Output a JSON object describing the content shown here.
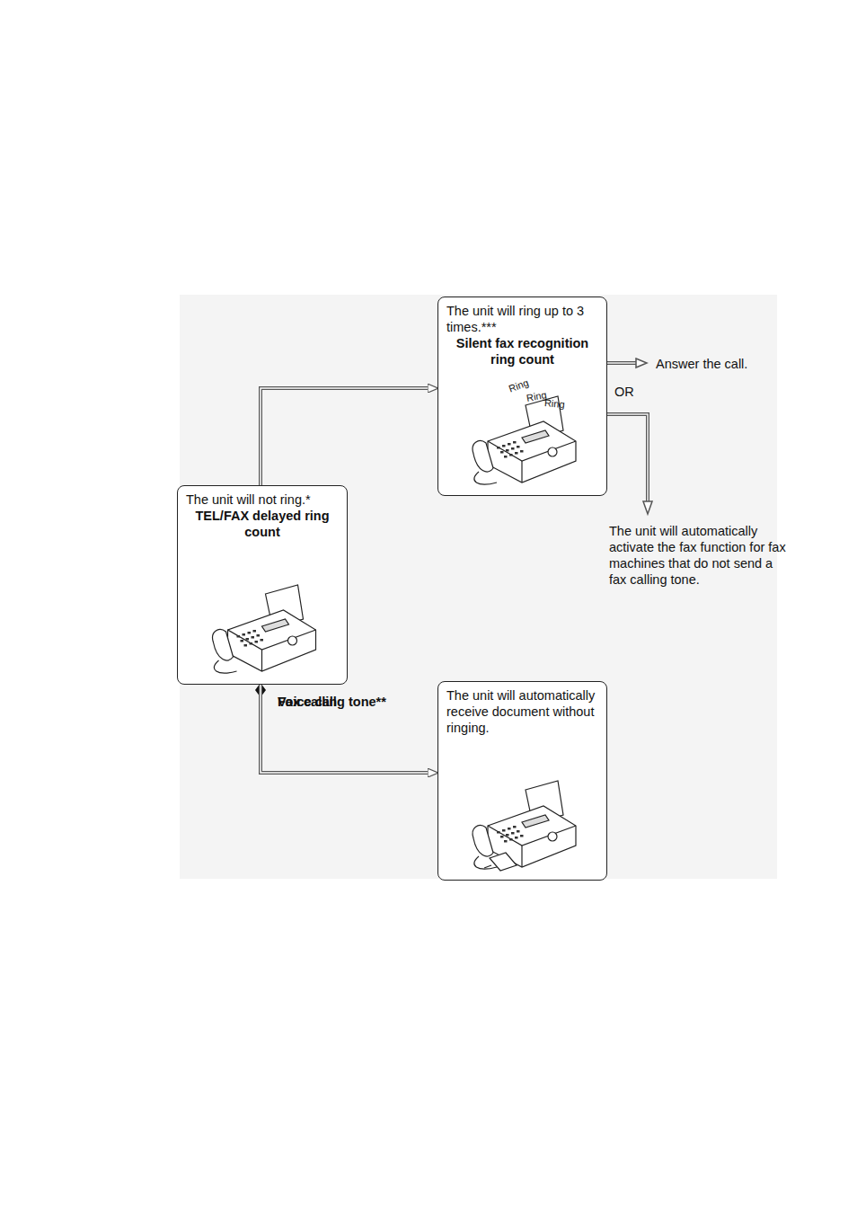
{
  "diagram": {
    "nodes": [
      {
        "text": [
          "The unit will not ring.*",
          "TEL/FAX delayed ring count"
        ]
      },
      {
        "text": [
          "The unit will ring up to 3 times.***",
          "Silent fax recognition ring count"
        ]
      },
      {
        "text": [
          "The unit will automatically receive document without ringing."
        ]
      }
    ],
    "edges": [
      {
        "from": 0,
        "to": 1,
        "label": "Voice call",
        "arrow": "to"
      },
      {
        "from": 0,
        "to": 2,
        "label": "Fax calling tone**",
        "arrow": "to"
      }
    ],
    "labels": [
      "Answer the call.",
      "OR",
      "The unit will automatically activate the fax function for fax machines that do not send a fax calling tone.",
      "Ring",
      "Ring",
      "Ring"
    ]
  }
}
